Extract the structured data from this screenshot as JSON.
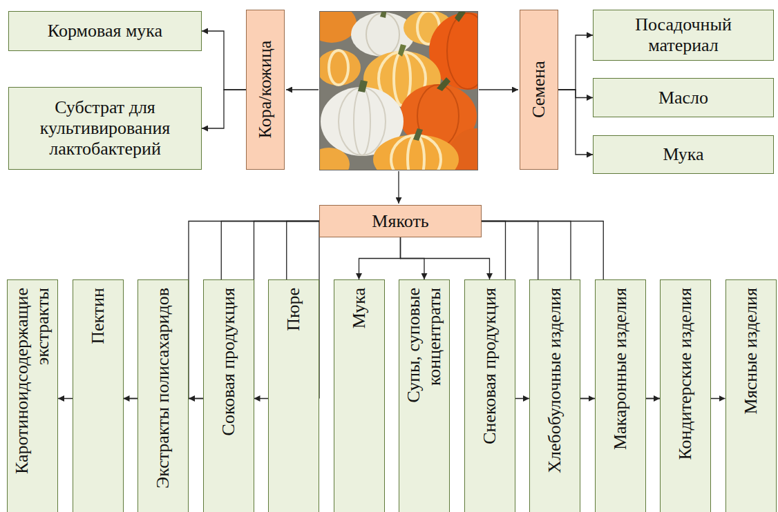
{
  "diagram": {
    "nodes": [
      {
        "text": [
          "Кора/кожица"
        ]
      },
      {
        "text": [
          "Кормовая мука"
        ]
      },
      {
        "text": [
          "Субстрат для культивирования лактобактерий"
        ]
      },
      {
        "text": [
          "Семена"
        ]
      },
      {
        "text": [
          "Посадочный материал"
        ]
      },
      {
        "text": [
          "Масло"
        ]
      },
      {
        "text": [
          "Мука"
        ]
      },
      {
        "text": [
          "Мякоть"
        ]
      },
      {
        "text": [
          "Каротиноидсодержащие экстракты"
        ]
      },
      {
        "text": [
          "Пектин"
        ]
      },
      {
        "text": [
          "Экстракты полисахаридов"
        ]
      },
      {
        "text": [
          "Соковая продукция"
        ]
      },
      {
        "text": [
          "Пюре"
        ]
      },
      {
        "text": [
          "Мука"
        ]
      },
      {
        "text": [
          "Супы, суповые концентраты"
        ]
      },
      {
        "text": [
          "Снековая продукция"
        ]
      },
      {
        "text": [
          "Хлебобулочные изделия"
        ]
      },
      {
        "text": [
          "Макаронные изделия"
        ]
      },
      {
        "text": [
          "Кондитерские изделия"
        ]
      },
      {
        "text": [
          "Мясные изделия"
        ]
      }
    ],
    "edges": [
      {
        "from": 0,
        "to": 1,
        "arrow": "to"
      },
      {
        "from": 0,
        "to": 2,
        "arrow": "to"
      },
      {
        "from": 3,
        "to": 4,
        "arrow": "to"
      },
      {
        "from": 3,
        "to": 5,
        "arrow": "to"
      },
      {
        "from": 3,
        "to": 6,
        "arrow": "to"
      },
      {
        "from": 7,
        "to": 8,
        "arrow": "to"
      },
      {
        "from": 7,
        "to": 9,
        "arrow": "to"
      },
      {
        "from": 7,
        "to": 10,
        "arrow": "to"
      },
      {
        "from": 7,
        "to": 11,
        "arrow": "to"
      },
      {
        "from": 7,
        "to": 12,
        "arrow": "to"
      },
      {
        "from": 7,
        "to": 13,
        "arrow": "to"
      },
      {
        "from": 7,
        "to": 14,
        "arrow": "to"
      },
      {
        "from": 7,
        "to": 15,
        "arrow": "to"
      },
      {
        "from": 7,
        "to": 16,
        "arrow": "to"
      },
      {
        "from": 7,
        "to": 17,
        "arrow": "to"
      },
      {
        "from": 7,
        "to": 18,
        "arrow": "to"
      },
      {
        "from": 7,
        "to": 19,
        "arrow": "to"
      }
    ]
  }
}
